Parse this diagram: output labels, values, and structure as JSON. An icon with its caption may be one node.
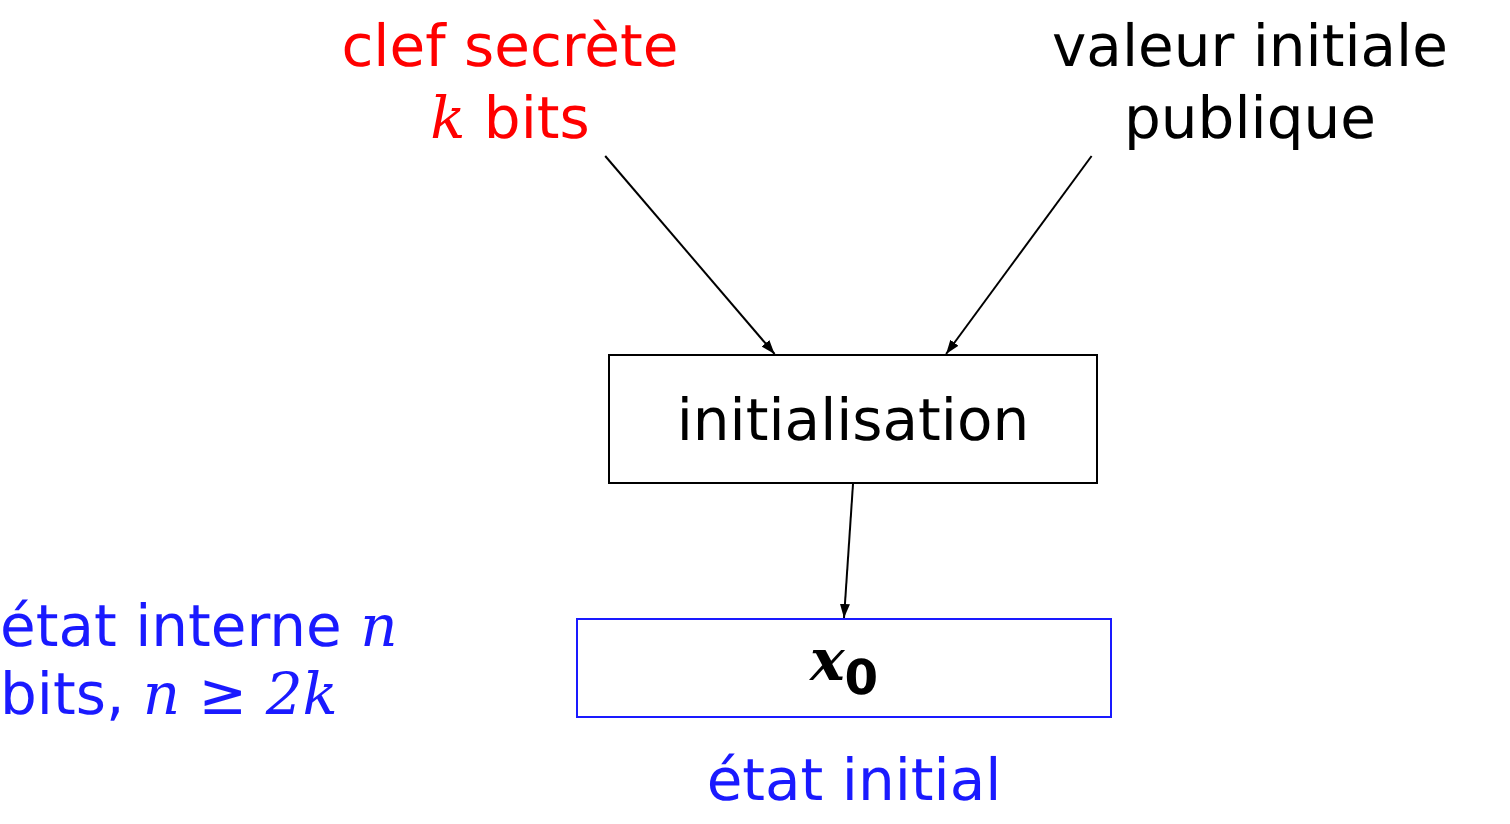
{
  "diagram": {
    "nodes": [
      {
        "text": [
          "clef secrète *k* bits"
        ]
      },
      {
        "text": [
          "valeur initiale publique"
        ]
      },
      {
        "text": [
          "initialisation"
        ]
      },
      {
        "text": [
          "*x*$_{0}$"
        ],
        "beside": [
          "état interne *n* bits, *n* ≥ *2k*",
          "état initial"
        ]
      }
    ],
    "edges": [
      {
        "from": 0,
        "to": 2,
        "arrow": "to"
      },
      {
        "from": 1,
        "to": 2,
        "arrow": "to"
      },
      {
        "from": 2,
        "to": 3,
        "arrow": "to"
      }
    ]
  }
}
